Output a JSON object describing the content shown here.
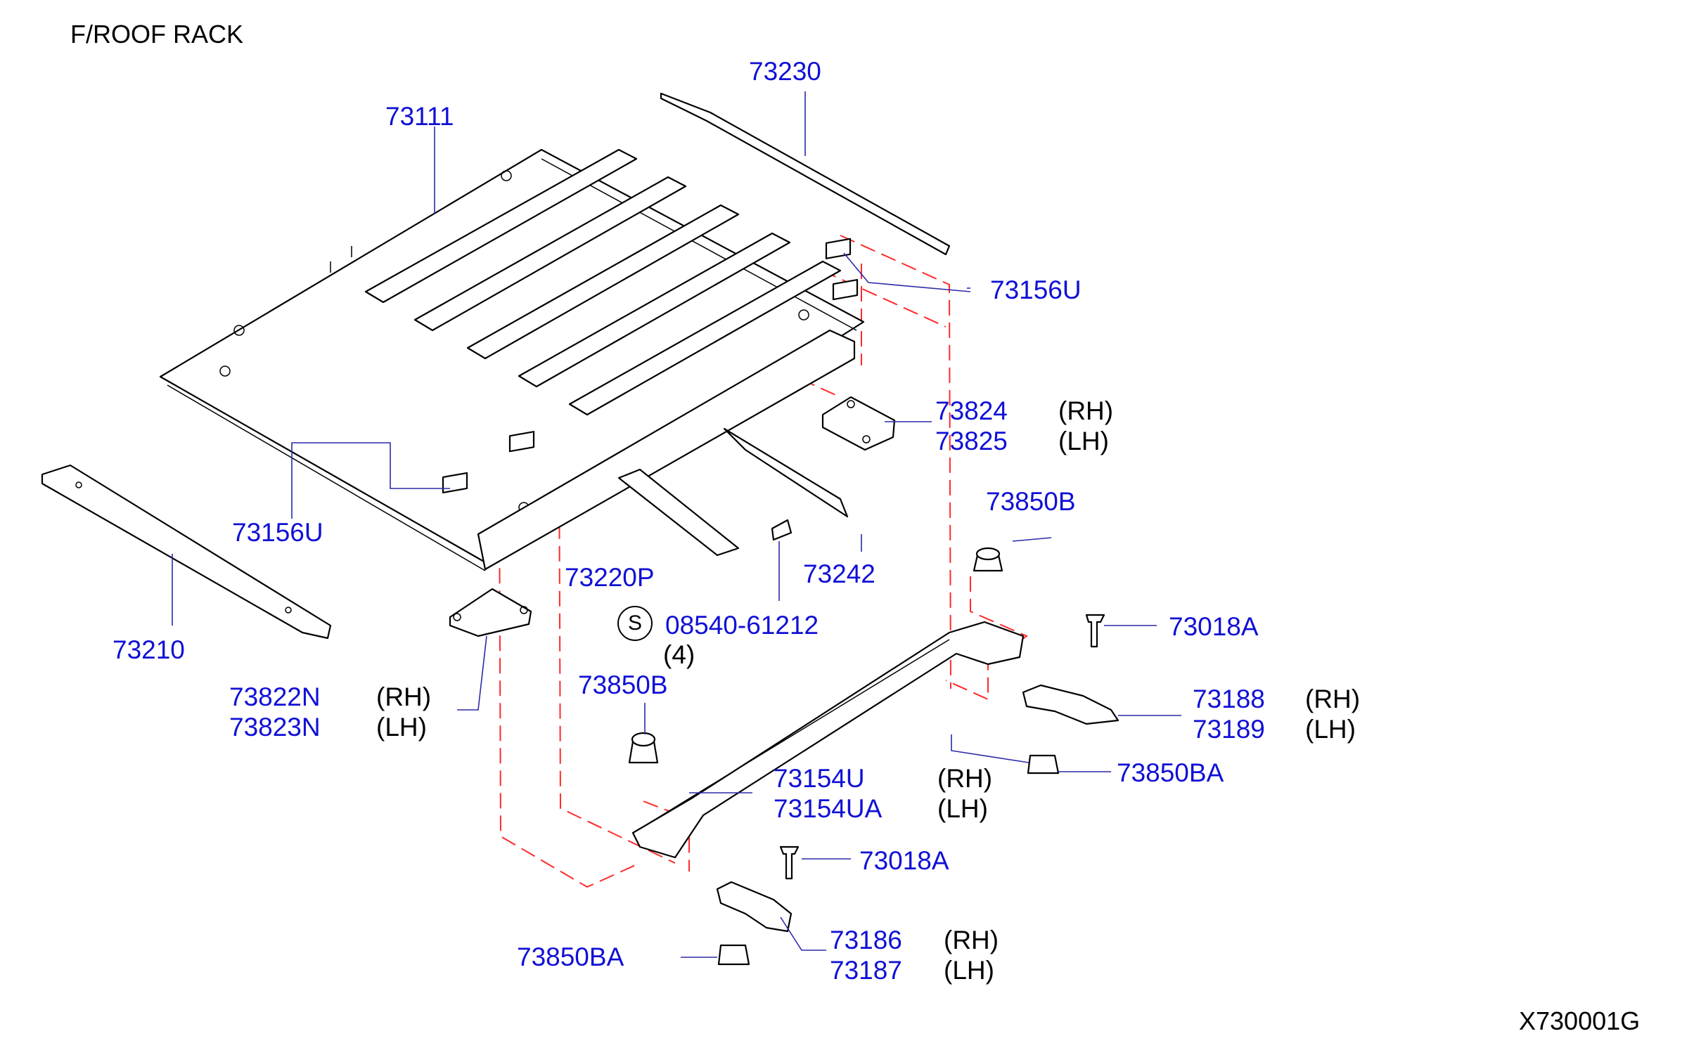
{
  "title": "F/ROOF   RACK",
  "diagram_code": "X730001G",
  "symbol": "S",
  "callouts": {
    "p73230": "73230",
    "p73111": "73111",
    "p73156u_right": "73156U",
    "p73156u_left": "73156U",
    "p73824": "73824",
    "p73825": "73825",
    "p73850b_top": "73850B",
    "p73220p": "73220P",
    "p73242": "73242",
    "p08540": "08540-61212",
    "qty": "(4)",
    "p73210": "73210",
    "p73822n": "73822N",
    "p73823n": "73823N",
    "p73018a_right": "73018A",
    "p73188": "73188",
    "p73189": "73189",
    "p73850b_mid": "73850B",
    "p73850ba_right": "73850BA",
    "p73154u": "73154U",
    "p73154ua": "73154UA",
    "p73018a_bottom": "73018A",
    "p73186": "73186",
    "p73187": "73187",
    "p73850ba_bottom": "73850BA"
  },
  "sides": {
    "rh": "(RH)",
    "lh": "(LH)"
  },
  "colors": {
    "part_number": "#1010d6",
    "text": "#000000",
    "leader": "#2a2aa8",
    "phantom_line": "#ff2a2a"
  }
}
